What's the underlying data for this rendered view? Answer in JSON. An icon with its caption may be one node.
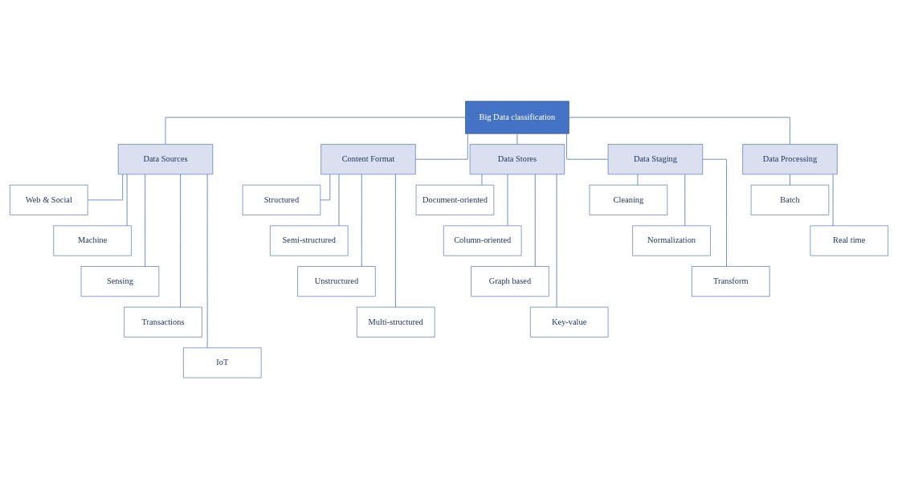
{
  "diagram": {
    "nodes": [
      {
        "text": [
          "Big Data classification"
        ]
      },
      {
        "text": [
          "Data Sources"
        ]
      },
      {
        "text": [
          "Content Format"
        ]
      },
      {
        "text": [
          "Data Stores"
        ]
      },
      {
        "text": [
          "Data Staging"
        ]
      },
      {
        "text": [
          "Data Processing"
        ]
      },
      {
        "text": [
          "Web & Social"
        ]
      },
      {
        "text": [
          "Machine"
        ]
      },
      {
        "text": [
          "Sensing"
        ]
      },
      {
        "text": [
          "Transactions"
        ]
      },
      {
        "text": [
          "IoT"
        ]
      },
      {
        "text": [
          "Structured"
        ]
      },
      {
        "text": [
          "Semi-structured"
        ]
      },
      {
        "text": [
          "Unstructured"
        ]
      },
      {
        "text": [
          "Multi-structured"
        ]
      },
      {
        "text": [
          "Document-oriented"
        ]
      },
      {
        "text": [
          "Column-oriented"
        ]
      },
      {
        "text": [
          "Graph based"
        ]
      },
      {
        "text": [
          "Key-value"
        ]
      },
      {
        "text": [
          "Cleaning"
        ]
      },
      {
        "text": [
          "Normalization"
        ]
      },
      {
        "text": [
          "Transform"
        ]
      },
      {
        "text": [
          "Batch"
        ]
      },
      {
        "text": [
          "Real time"
        ]
      }
    ],
    "edges": [
      {
        "from": 0,
        "to": 1,
        "arrow": "none"
      },
      {
        "from": 0,
        "to": 2,
        "arrow": "none"
      },
      {
        "from": 0,
        "to": 3,
        "arrow": "none"
      },
      {
        "from": 0,
        "to": 4,
        "arrow": "none"
      },
      {
        "from": 0,
        "to": 5,
        "arrow": "none"
      },
      {
        "from": 1,
        "to": 6,
        "arrow": "none"
      },
      {
        "from": 1,
        "to": 7,
        "arrow": "none"
      },
      {
        "from": 1,
        "to": 8,
        "arrow": "none"
      },
      {
        "from": 1,
        "to": 9,
        "arrow": "none"
      },
      {
        "from": 1,
        "to": 10,
        "arrow": "none"
      },
      {
        "from": 2,
        "to": 11,
        "arrow": "none"
      },
      {
        "from": 2,
        "to": 12,
        "arrow": "none"
      },
      {
        "from": 2,
        "to": 13,
        "arrow": "none"
      },
      {
        "from": 2,
        "to": 14,
        "arrow": "none"
      },
      {
        "from": 3,
        "to": 15,
        "arrow": "none"
      },
      {
        "from": 3,
        "to": 16,
        "arrow": "none"
      },
      {
        "from": 3,
        "to": 17,
        "arrow": "none"
      },
      {
        "from": 3,
        "to": 18,
        "arrow": "none"
      },
      {
        "from": 4,
        "to": 19,
        "arrow": "none"
      },
      {
        "from": 4,
        "to": 20,
        "arrow": "none"
      },
      {
        "from": 4,
        "to": 21,
        "arrow": "none"
      },
      {
        "from": 5,
        "to": 22,
        "arrow": "none"
      },
      {
        "from": 5,
        "to": 23,
        "arrow": "none"
      }
    ]
  }
}
